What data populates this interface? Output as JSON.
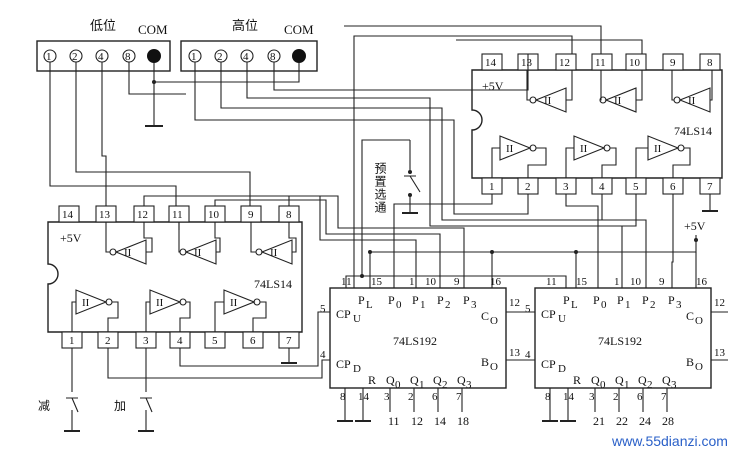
{
  "display_low": {
    "label": "低位",
    "com_label": "COM",
    "pins": [
      "1",
      "2",
      "4",
      "8"
    ]
  },
  "display_high": {
    "label": "高位",
    "com_label": "COM",
    "pins": [
      "1",
      "2",
      "4",
      "8"
    ]
  },
  "chip_top_right": {
    "name": "74LS14",
    "supply": "+5V",
    "top_pins": [
      "14",
      "13",
      "12",
      "11",
      "10",
      "9",
      "8"
    ],
    "bottom_pins": [
      "1",
      "2",
      "3",
      "4",
      "5",
      "6",
      "7"
    ],
    "gate_label": "II"
  },
  "chip_left": {
    "name": "74LS14",
    "supply": "+5V",
    "top_pins": [
      "14",
      "13",
      "12",
      "11",
      "10",
      "9",
      "8"
    ],
    "bottom_pins": [
      "1",
      "2",
      "3",
      "4",
      "5",
      "6",
      "7"
    ],
    "gate_label": "II"
  },
  "counter_left": {
    "name": "74LS192",
    "top_pin_numbers": [
      "11",
      "15",
      "1",
      "10",
      "9",
      "16"
    ],
    "top_pin_names": [
      "P",
      "P",
      "P",
      "P",
      "P"
    ],
    "top_pin_subs": [
      "L",
      "0",
      "1",
      "2",
      "3"
    ],
    "bottom_pin_numbers": [
      "8",
      "14",
      "3",
      "2",
      "6",
      "7"
    ],
    "bottom_pin_names": [
      "R",
      "Q",
      "Q",
      "Q",
      "Q"
    ],
    "bottom_pin_subs": [
      "0",
      "1",
      "2",
      "3"
    ],
    "left_pins": [
      {
        "num": "5",
        "name": "CP",
        "sub": "U"
      },
      {
        "num": "4",
        "name": "CP",
        "sub": "D"
      }
    ],
    "right_pins": [
      {
        "num": "12",
        "name": "C",
        "sub": "O"
      },
      {
        "num": "13",
        "name": "B",
        "sub": "O"
      }
    ],
    "output_labels": [
      "11",
      "12",
      "14",
      "18"
    ]
  },
  "counter_right": {
    "name": "74LS192",
    "top_pin_numbers": [
      "11",
      "15",
      "1",
      "10",
      "9",
      "16"
    ],
    "top_pin_names": [
      "P",
      "P",
      "P",
      "P",
      "P"
    ],
    "top_pin_subs": [
      "L",
      "0",
      "1",
      "2",
      "3"
    ],
    "bottom_pin_numbers": [
      "8",
      "14",
      "3",
      "2",
      "6",
      "7"
    ],
    "bottom_pin_names": [
      "R",
      "Q",
      "Q",
      "Q",
      "Q"
    ],
    "bottom_pin_subs": [
      "0",
      "1",
      "2",
      "3"
    ],
    "left_pins": [
      {
        "num": "5",
        "name": "CP",
        "sub": "U"
      },
      {
        "num": "4",
        "name": "CP",
        "sub": "D"
      }
    ],
    "right_pins": [
      {
        "num": "12",
        "name": "C",
        "sub": "O"
      },
      {
        "num": "13",
        "name": "B",
        "sub": "O"
      }
    ],
    "output_labels": [
      "21",
      "22",
      "24",
      "28"
    ]
  },
  "supply_label": "+5V",
  "switches": {
    "preset": "预置选通",
    "down": "减",
    "up": "加"
  },
  "watermark": "www.55dianzi.com"
}
